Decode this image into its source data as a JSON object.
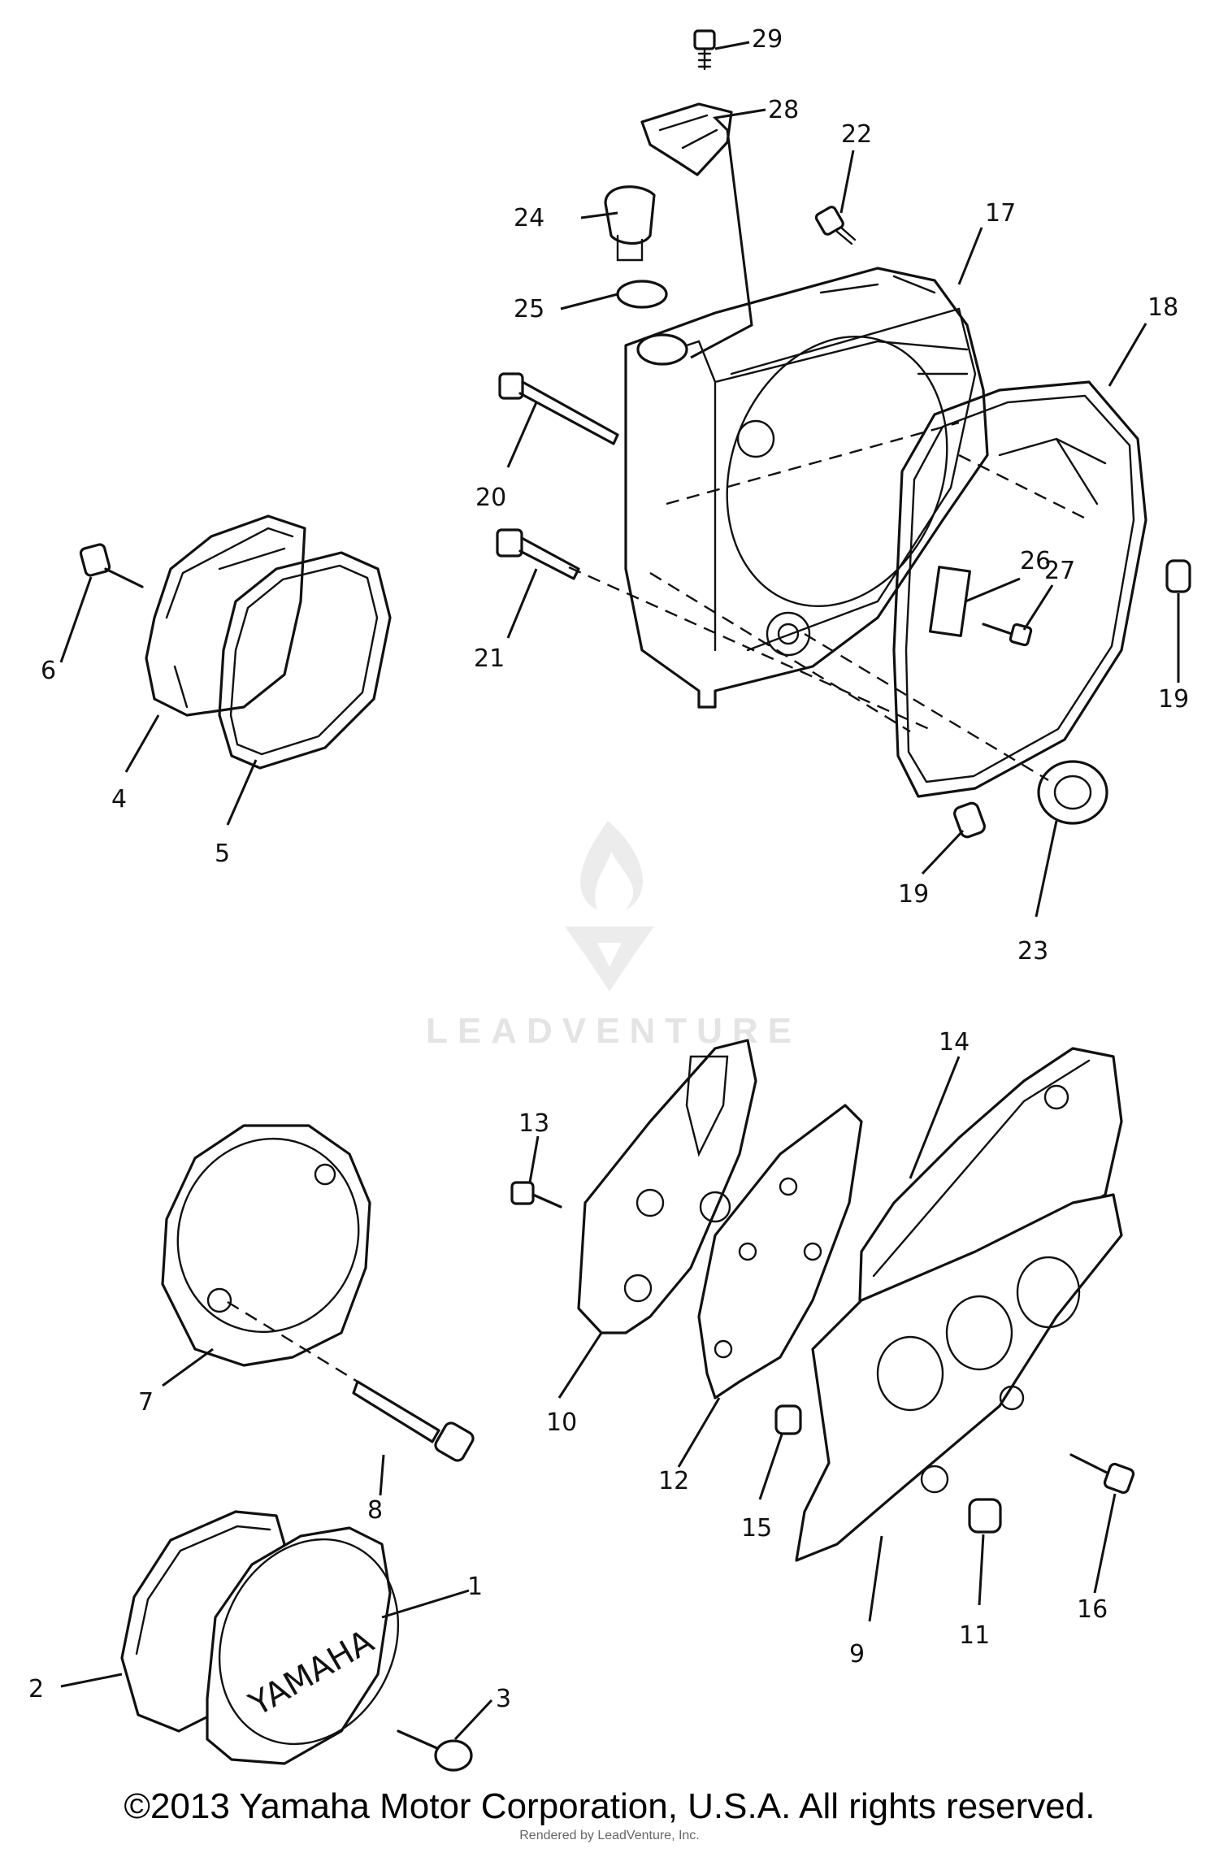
{
  "watermark": {
    "text": "LEADVENTURE"
  },
  "cover_logo": "YAMAHA",
  "footer": {
    "copyright": "©2013 Yamaha Motor Corporation, U.S.A. All rights reserved.",
    "rendered_by": "Rendered by LeadVenture, Inc."
  },
  "callouts": [
    "1",
    "2",
    "3",
    "4",
    "5",
    "6",
    "7",
    "8",
    "9",
    "10",
    "11",
    "12",
    "13",
    "14",
    "15",
    "16",
    "17",
    "18",
    "19",
    "19",
    "20",
    "21",
    "22",
    "23",
    "24",
    "25",
    "26",
    "27",
    "28",
    "29"
  ]
}
